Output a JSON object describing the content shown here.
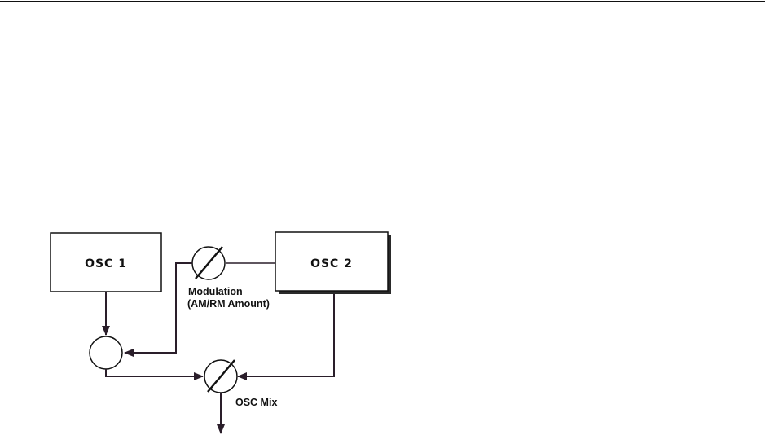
{
  "diagram": {
    "blocks": {
      "osc1": "OSC 1",
      "osc2": "OSC 2"
    },
    "labels": {
      "modulation_line1": "Modulation",
      "modulation_line2": "(AM/RM Amount)",
      "osc_mix": "OSC Mix"
    }
  },
  "colors": {
    "line": "#2a1e2a",
    "box_stroke": "#111111",
    "top_rule": "#111111"
  }
}
